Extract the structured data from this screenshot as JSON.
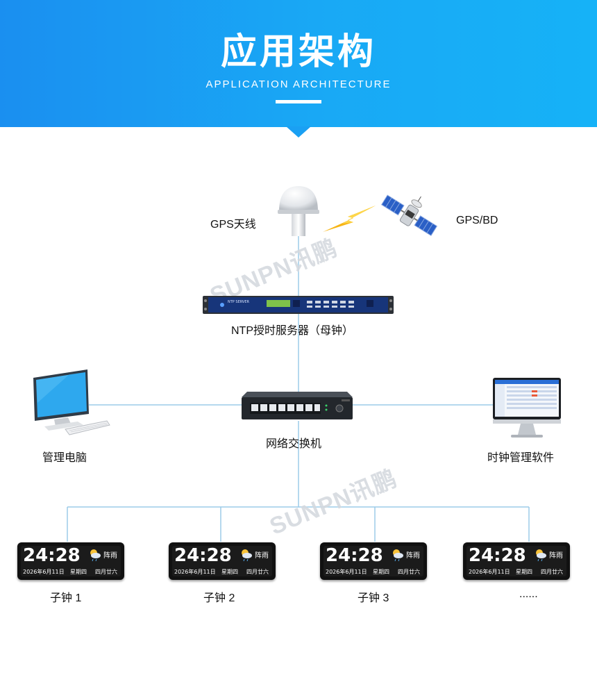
{
  "header": {
    "title": "应用架构",
    "subtitle": "APPLICATION ARCHITECTURE"
  },
  "labels": {
    "gps_antenna": "GPS天线",
    "gps_bd": "GPS/BD",
    "ntp_server": "NTP授时服务器（母钟）",
    "switch": "网络交换机",
    "pc": "管理电脑",
    "software": "时钟管理软件",
    "clock1": "子钟 1",
    "clock2": "子钟 2",
    "clock3": "子钟 3",
    "clock_more": "......"
  },
  "watermark": "SUNPN讯鹏",
  "server_panel": {
    "brand": "NTP SERVER"
  },
  "clock_face": {
    "time": "24:28",
    "weather": "阵雨",
    "date": "2026年6月11日",
    "week": "星期四",
    "lunar": "四月廿六"
  },
  "colors": {
    "header_blue": "#1a9ff3",
    "line_blue": "#9ccbe8"
  }
}
